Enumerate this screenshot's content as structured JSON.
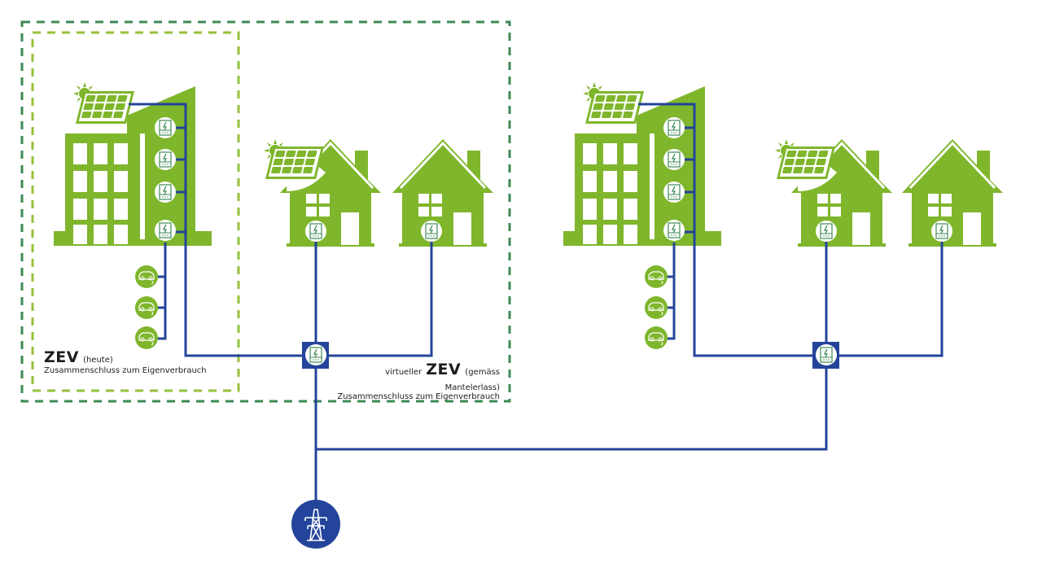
{
  "colors": {
    "building_green": "#7fb62c",
    "line_blue": "#23449a",
    "zev_border": "#95c13b",
    "vzev_border": "#3e8a55",
    "meter_stroke": "#3e8a55",
    "text": "#1d1d1b"
  },
  "labels": {
    "zev": {
      "title": "ZEV",
      "qualifier": "(heute)",
      "subtitle": "Zusammenschluss zum Eigenverbrauch"
    },
    "vzev": {
      "prefix": "virtueller",
      "title": "ZEV",
      "qualifier": "(gemäss Mantelerlass)",
      "subtitle": "Zusammenschluss zum Eigenverbrauch"
    }
  },
  "icons": {
    "building": "apartment-building-icon",
    "house": "house-icon",
    "solar": "solar-panel-icon",
    "sun": "sun-icon",
    "meter": "electricity-meter-icon",
    "ev": "electric-car-icon",
    "grid": "power-pylon-icon"
  },
  "groups": [
    {
      "name": "left",
      "building_meters": 4,
      "ev_chargers": 3,
      "houses": [
        {
          "solar": true
        },
        {
          "solar": false
        }
      ]
    },
    {
      "name": "right",
      "building_meters": 4,
      "ev_chargers": 3,
      "houses": [
        {
          "solar": true
        },
        {
          "solar": false
        }
      ]
    }
  ]
}
